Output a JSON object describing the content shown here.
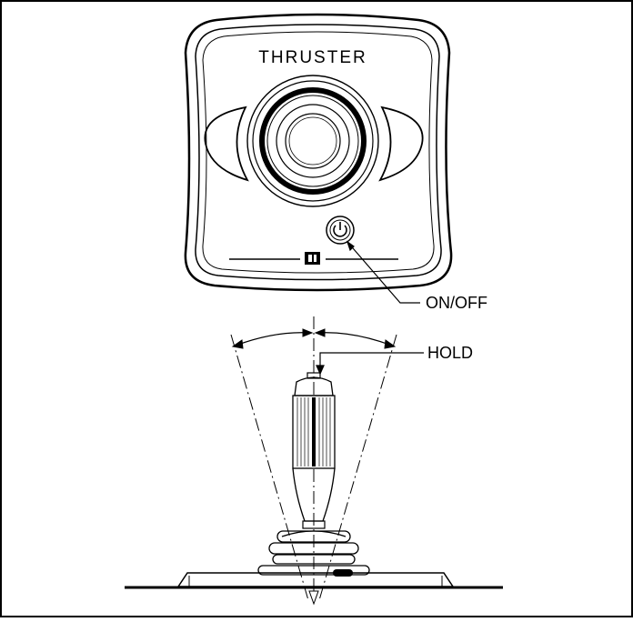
{
  "panel": {
    "brand": "THRUSTER",
    "logo_mark": "□"
  },
  "labels": {
    "on_off": "ON/OFF",
    "hold": "HOLD"
  },
  "icons": {
    "power_button": "power-icon"
  },
  "colors": {
    "line": "#000000",
    "background": "#ffffff"
  }
}
